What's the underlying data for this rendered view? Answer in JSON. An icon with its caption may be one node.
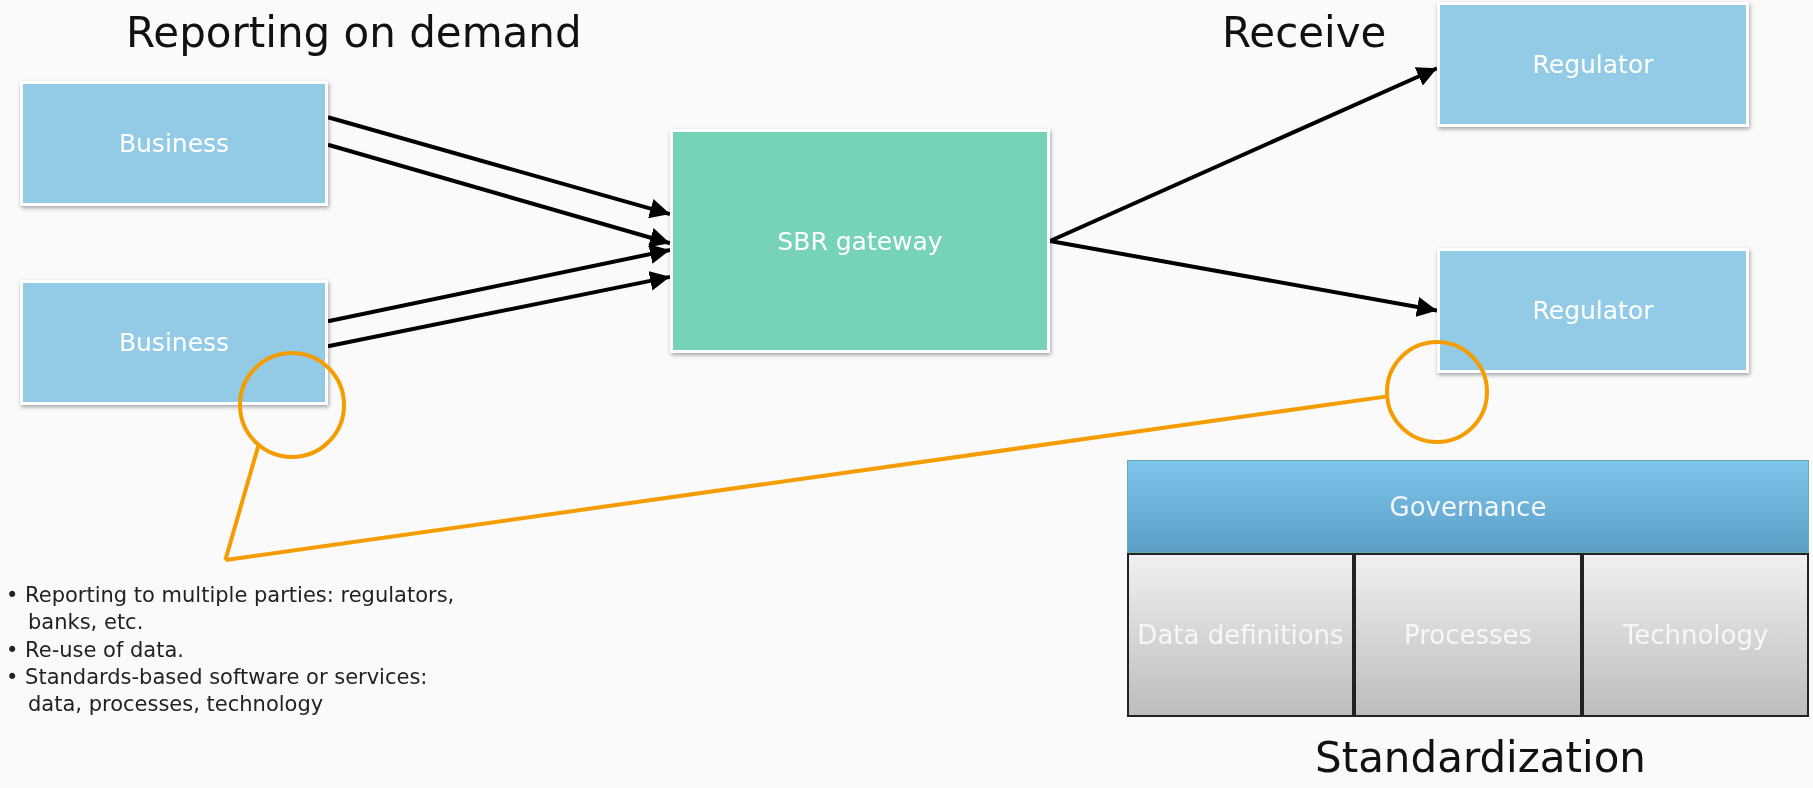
{
  "diagram": {
    "nodes": [
      {
        "text": [
          "Business"
        ]
      },
      {
        "text": [
          "Business"
        ]
      },
      {
        "text": [],
        "shape": "circle"
      },
      {
        "text": [
          "SBR gateway"
        ]
      },
      {
        "text": [
          "Regulator"
        ]
      },
      {
        "text": [],
        "shape": "circle"
      },
      {
        "text": [
          "Regulator"
        ]
      },
      {
        "text": [
          "Governance"
        ]
      },
      {
        "text": [
          "Data definitions"
        ]
      },
      {
        "text": [
          "Processes"
        ]
      },
      {
        "text": [
          "Technology"
        ]
      },
      {
        "text": [
          "• Reporting to multiple parties: regulators, banks, etc.",
          "• Re-use of data.",
          "• Standards-based software or services: data, processes, technology"
        ]
      }
    ],
    "edges": [
      {
        "from": 0,
        "to": 3,
        "arrow": "to"
      },
      {
        "from": 0,
        "to": 3,
        "arrow": "to"
      },
      {
        "from": 1,
        "to": 3,
        "arrow": "to"
      },
      {
        "from": 1,
        "to": 3,
        "arrow": "to"
      },
      {
        "from": 3,
        "to": 4,
        "arrow": "to"
      },
      {
        "from": 3,
        "to": 6,
        "arrow": "to"
      },
      {
        "from": 11,
        "to": 2,
        "arrow": "none",
        "color": "#f59c00"
      },
      {
        "from": 11,
        "to": 5,
        "arrow": "none",
        "color": "#f59c00"
      }
    ],
    "labels": [
      "Reporting on demand",
      "Receive",
      "Standardization"
    ]
  }
}
